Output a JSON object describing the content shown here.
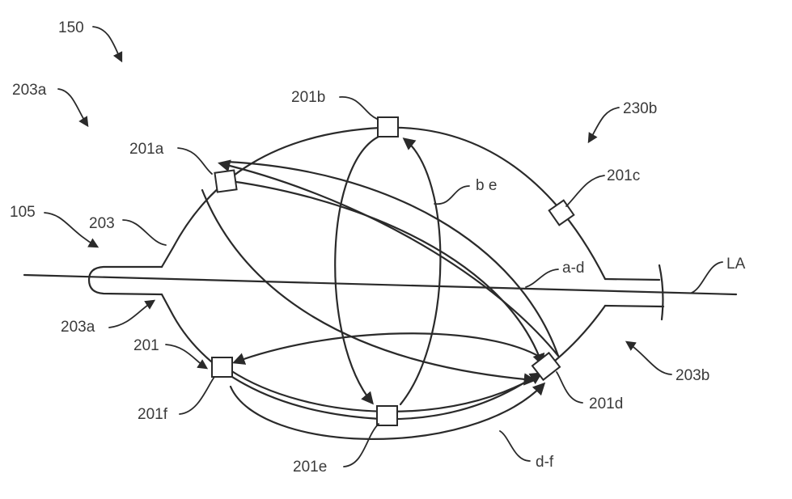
{
  "figure": {
    "description": "Patent-style diagram of a balloon catheter with electrodes and conduction paths",
    "labels": {
      "l150": "150",
      "l203a_top": "203a",
      "l201a": "201a",
      "l201b": "201b",
      "l230b": "230b",
      "l201c": "201c",
      "l105": "105",
      "l203": "203",
      "l_be": "b e",
      "l_ad": "a-d",
      "l_LA": "LA",
      "l203a_bottom": "203a",
      "l201": "201",
      "l203b": "203b",
      "l201f": "201f",
      "l201d": "201d",
      "l201e": "201e",
      "l_df": "d-f"
    },
    "electrodes": [
      "201a",
      "201b",
      "201c",
      "201d",
      "201e",
      "201f"
    ],
    "paths": [
      "a-d",
      "b e",
      "d-f"
    ],
    "colors": {
      "line": "#2a2a2a",
      "text": "#3a3a3a",
      "background": "#ffffff"
    }
  }
}
